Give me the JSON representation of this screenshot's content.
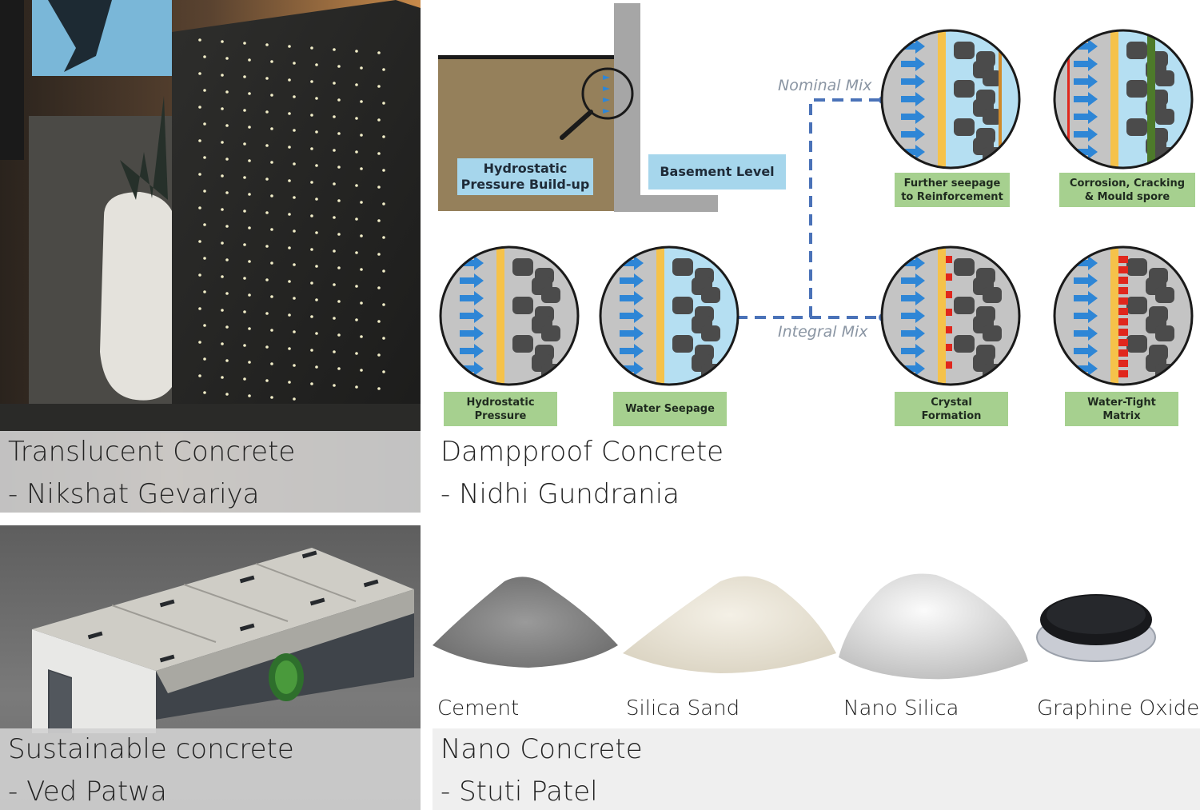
{
  "panels": {
    "translucent": {
      "title": "Translucent Concrete",
      "author": "- Nikshat Gevariya"
    },
    "dampproof": {
      "title": "Dampproof Concrete",
      "author": "- Nidhi Gundrania",
      "diagram": {
        "hydrostatic_buildup": "Hydrostatic\nPressure Build-up",
        "basement_level": "Basement Level",
        "nominal_mix": "Nominal Mix",
        "integral_mix": "Integral Mix",
        "labels": {
          "hydrostatic_pressure": "Hydrostatic\nPressure",
          "water_seepage": "Water Seepage",
          "further_seepage": "Further seepage\nto Reinforcement",
          "corrosion": "Corrosion, Cracking\n& Mould spore",
          "crystal_formation": "Crystal\nFormation",
          "water_tight": "Water-Tight\nMatrix"
        }
      }
    },
    "sustainable": {
      "title": "Sustainable concrete",
      "author": "- Ved Patwa"
    },
    "nano": {
      "title": "Nano Concrete",
      "author": "- Stuti Patel",
      "materials": [
        "Cement",
        "Silica Sand",
        "Nano Silica",
        "Graphine Oxide"
      ]
    }
  },
  "colors": {
    "arrow_blue": "#2e86d6",
    "reinforcement_yellow": "#f5c24a",
    "label_green": "#a6d08f",
    "label_blue": "#a6d6ec",
    "dashed_line": "#4a72b8",
    "crystal_red": "#e0271d"
  }
}
